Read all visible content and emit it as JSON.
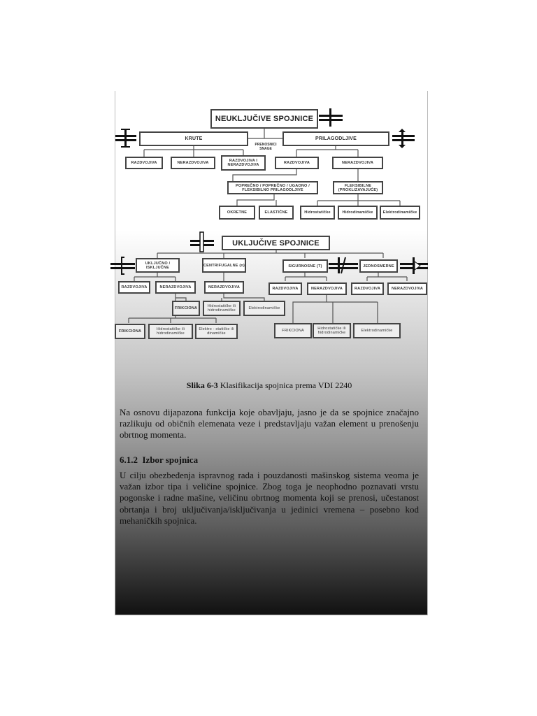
{
  "diagram_top": {
    "root": "NEUKLJUČIVE SPOJNICE",
    "krute": "KRUTE",
    "prilagodljive": "PRILAGODLJIVE",
    "power_label": "PRENOSNICI SNAGE",
    "krute_children": [
      "RAZDVOJIVA",
      "NERAZDVOJIVA",
      "RAZDVOJIVA I NERAZDVOJIVA"
    ],
    "prilag_children": [
      "RAZDVOJIVA",
      "NERAZDVOJIVA"
    ],
    "level4": [
      "POPREČNO / POPREČNO / UGAONO / FLEKSIBILNO PRILAGODLJIVE",
      "FLEKSIBILNE (PROKLIZAVAJUĆE)"
    ],
    "level5": [
      "OKRETNE",
      "ELASTIČNE",
      "Hidrostatičke",
      "Hidrodinamičke",
      "Elektrodinamičke"
    ]
  },
  "diagram_bottom": {
    "root": "UKLJUČIVE SPOJNICE",
    "level2": [
      "UKLJUČNO / ISKLJUČNE",
      "CENTRIFUGALNE (n)",
      "SIGURNOSNE (T)",
      "JEDNOSMERNE"
    ],
    "level3": [
      "RAZDVOJIVA",
      "NERAZDVOJIVA",
      "NERAZDVOJIVA",
      "RAZDVOJIVA",
      "NERAZDVOJIVA",
      "RAZDVOJIVA",
      "NERAZDVOJIVA"
    ],
    "level4": [
      "FRIKCIONA",
      "Hidrostatičke ili hidrodinamičke",
      "Elektrodinamičke"
    ],
    "level5_left": [
      "FRIKCIONA",
      "Hidrostatičke ili hidrodinamičke",
      "Elektro - statičke ili dinamičke"
    ],
    "level5_right": [
      "FRIKCIONA",
      "Hidrostatičke ili hidrodinamičke",
      "Elektrodinamičke"
    ]
  },
  "caption": {
    "label": "Slika 6-3",
    "text": " Klasifikacija spojnica prema VDI 2240"
  },
  "paragraph1": "Na osnovu dijapazona funkcija koje obavljaju, jasno je da se spojnice značajno razlikuju od običnih elemenata veze i predstavljaju važan element u prenošenju obrtnog momenta.",
  "section": {
    "number": "6.1.2",
    "title": "Izbor spojnica"
  },
  "paragraph2": "U cilju obezbeđenja ispravnog rada i pouzdanosti mašinskog sistema veoma je važan izbor tipa i veličine spojnice. Zbog toga je neophodno poznavati vrstu pogonske i radne mašine, veličinu obrtnog momenta koji se prenosi, učestanost obrtanja i broj uključivanja/isključivanja u jedinici vremena – posebno kod mehaničkih spojnica."
}
